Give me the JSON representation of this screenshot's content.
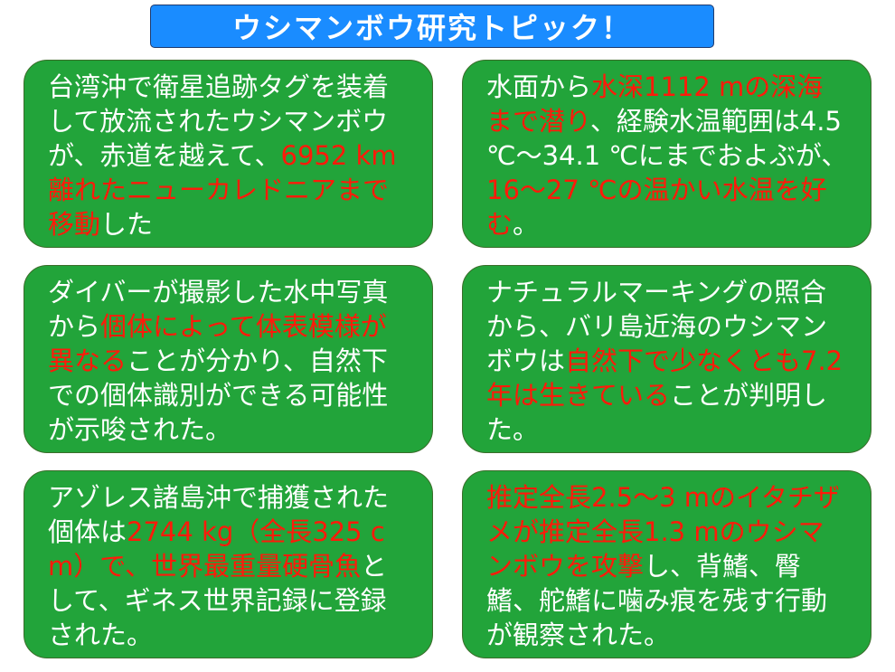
{
  "title": "ウシマンボウ研究トピック！",
  "colors": {
    "title_bg": "#1a8cff",
    "card_bg": "#22a43a",
    "highlight": "#ff1a0a",
    "text": "#ffffff"
  },
  "cards": [
    {
      "segments": [
        {
          "text": "台湾沖で衛星追跡タグを装着して放流されたウシマンボウが、赤道を越えて、",
          "highlight": false
        },
        {
          "text": "6952 km離れたニューカレドニアまで移動",
          "highlight": true
        },
        {
          "text": "した",
          "highlight": false
        }
      ]
    },
    {
      "segments": [
        {
          "text": "水面から",
          "highlight": false
        },
        {
          "text": "水深1112 mの深海まで潜り",
          "highlight": true
        },
        {
          "text": "、経験水温範囲は4.5 ℃～34.1 ℃にまでおよぶが、",
          "highlight": false
        },
        {
          "text": "16～27 ℃の温かい水温を好む",
          "highlight": true
        },
        {
          "text": "。",
          "highlight": false
        }
      ]
    },
    {
      "segments": [
        {
          "text": "ダイバーが撮影した水中写真から",
          "highlight": false
        },
        {
          "text": "個体によって体表模様が異なる",
          "highlight": true
        },
        {
          "text": "ことが分かり、自然下での個体識別ができる可能性が示唆された。",
          "highlight": false
        }
      ]
    },
    {
      "segments": [
        {
          "text": "ナチュラルマーキングの照合から、バリ島近海のウシマンボウは",
          "highlight": false
        },
        {
          "text": "自然下で少なくとも7.2年は生きている",
          "highlight": true
        },
        {
          "text": "ことが判明した。",
          "highlight": false
        }
      ]
    },
    {
      "segments": [
        {
          "text": "アゾレス諸島沖で捕獲された個体は",
          "highlight": false
        },
        {
          "text": "2744 kg（全長325 cm）で、世界最重量硬骨魚",
          "highlight": true
        },
        {
          "text": "として、ギネス世界記録に登録された。",
          "highlight": false
        }
      ]
    },
    {
      "segments": [
        {
          "text": "推定全長2.5～3 mのイタチザメが推定全長1.3 mのウシマンボウを攻撃",
          "highlight": true
        },
        {
          "text": "し、背鰭、臀鰭、舵鰭に噛み痕を残す行動が観察された。",
          "highlight": false
        }
      ]
    }
  ]
}
